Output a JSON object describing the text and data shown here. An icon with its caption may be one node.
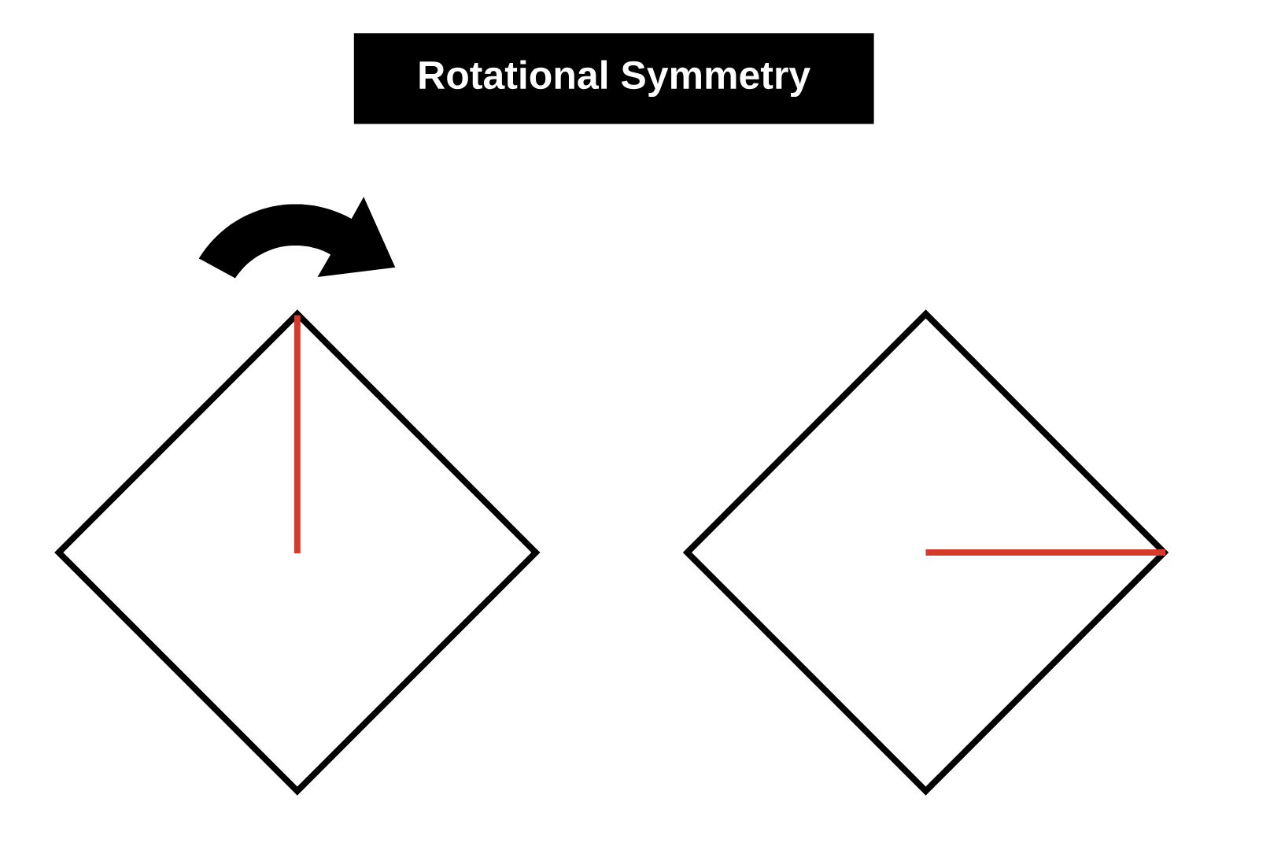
{
  "diagram": {
    "title": "Rotational Symmetry",
    "nodes": [
      {
        "text": [],
        "shape": "diamond"
      },
      {
        "text": [],
        "shape": "diamond"
      }
    ]
  }
}
